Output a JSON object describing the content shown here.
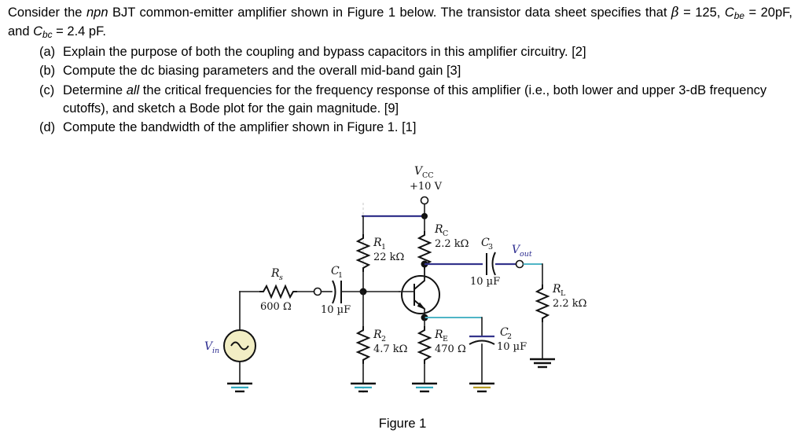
{
  "question": {
    "intro_parts": {
      "before_npn": "Consider the ",
      "npn": "npn",
      "after_npn": " BJT common-emitter amplifier shown in Figure 1 below. The transistor data sheet specifies that ",
      "beta_symbol": "β",
      "beta_value": " = 125, ",
      "cbe_symbol": "C",
      "cbe_sub": "be",
      "cbe_value": " = 20pF, and ",
      "cbc_symbol": "C",
      "cbc_sub": "bc",
      "cbc_value": " = 2.4 pF."
    },
    "items": [
      {
        "marker": "(a)",
        "text": "Explain the purpose of both the coupling and bypass capacitors in this amplifier circuitry. [2]"
      },
      {
        "marker": "(b)",
        "text": "Compute the dc biasing parameters and the overall mid-band gain [3]"
      },
      {
        "marker": "(c)",
        "text_before_italic": "Determine ",
        "italic_word": "all",
        "text_after_italic": " the critical frequencies for the frequency response of this amplifier (i.e., both lower and upper 3-dB frequency cutoffs), and sketch a Bode plot for the gain magnitude. [9]"
      },
      {
        "marker": "(d)",
        "text": "Compute the bandwidth of the amplifier shown in Figure 1. [1]"
      }
    ]
  },
  "figure": {
    "caption": "Figure 1",
    "supply": {
      "symbol": "V",
      "sub": "CC",
      "value": "+10 V"
    },
    "source": {
      "symbol": "V",
      "sub": "in"
    },
    "output": {
      "symbol": "V",
      "sub": "out"
    },
    "components": [
      {
        "ref": "R",
        "sub": "s",
        "value": "600 Ω",
        "kind": "resistor"
      },
      {
        "ref": "C",
        "sub": "1",
        "value": "10 µF",
        "kind": "capacitor"
      },
      {
        "ref": "R",
        "sub": "1",
        "value": "22 kΩ",
        "kind": "resistor"
      },
      {
        "ref": "R",
        "sub": "2",
        "value": "4.7 kΩ",
        "kind": "resistor"
      },
      {
        "ref": "R",
        "sub": "C",
        "value": "2.2 kΩ",
        "kind": "resistor"
      },
      {
        "ref": "R",
        "sub": "E",
        "value": "470 Ω",
        "kind": "resistor"
      },
      {
        "ref": "C",
        "sub": "2",
        "value": "10 µF",
        "kind": "capacitor"
      },
      {
        "ref": "C",
        "sub": "3",
        "value": "10 µF",
        "kind": "capacitor"
      },
      {
        "ref": "R",
        "sub": "L",
        "value": "2.2 kΩ",
        "kind": "resistor"
      }
    ],
    "transistor": {
      "type": "npn"
    }
  },
  "colors": {
    "wire": "#1a1a1a",
    "accent_blue": "#34348c",
    "accent_teal": "#4fb5c6",
    "source_fill": "#f2eec4",
    "label_blue": "#2b2b8f"
  }
}
